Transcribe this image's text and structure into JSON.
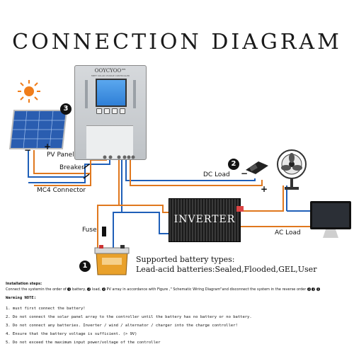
{
  "title": "CONNECTION DIAGRAM",
  "controller": {
    "brand": "OOYCYOO™",
    "subtitle": "MPPT SOLAR CHARGE CONTROLLER"
  },
  "badges": {
    "controller": "3",
    "dc_load": "2",
    "battery": "1"
  },
  "labels": {
    "pv_panel": "PV Panel",
    "breaker": "Breaker",
    "mc4_connector": "MC4 Connector",
    "dc_load": "DC Load",
    "fuse": "Fuse",
    "ac_load": "AC Load",
    "inverter": "INVERTER",
    "minus": "−",
    "plus": "+"
  },
  "battery_info": {
    "title": "Supported battery types:",
    "types": "Lead-acid batteries:Sealed,Flooded,GEL,User"
  },
  "installation": {
    "title": "Installation steps:",
    "part1": "Connect the systemin the order of",
    "num1": "1",
    "part2": "battery,",
    "num2": "2",
    "part3": "load,",
    "num3": "3",
    "part4": "PV array in accordance with Figure ,\" Schematic Wiring Diagram\"and disconnect the system in the reverse order",
    "rev1": "3",
    "rev2": "2",
    "rev3": "1"
  },
  "warning": {
    "title": "Warming NOTE:",
    "items": [
      "1.  must first connect the battery!",
      "2.  Do not connect the solar panel array to the controller until the battery has no battery or no battery.",
      "3.  Do not connect any batteries. Inverter / wind / alternator / charger into the charge controller!",
      "4.  Ensure that the battery voltage is sufficient. (> 9V)",
      "5.  Do not exceed the maximum input power/voltage of the controller"
    ]
  },
  "colors": {
    "wire_positive": "#e0781e",
    "wire_negative": "#1f5fb8",
    "badge": "#111111",
    "sun": "#f07d1a"
  },
  "icons": {
    "sun": "sun-icon",
    "solar_panel": "solar-panel-icon",
    "battery": "battery-icon",
    "fan": "fan-icon",
    "monitor": "monitor-icon",
    "dc_lamp": "lamp-icon"
  }
}
